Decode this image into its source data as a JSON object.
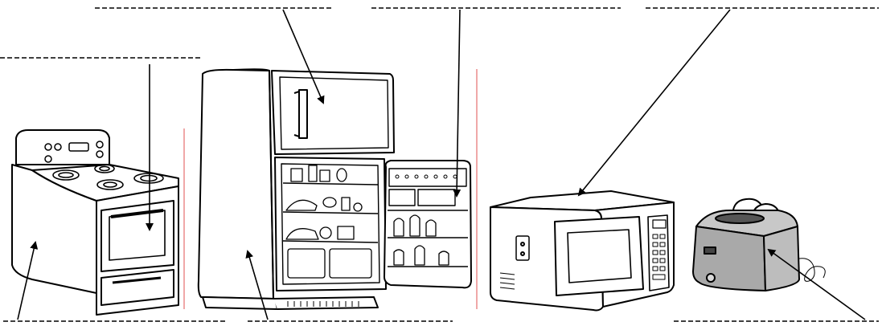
{
  "worksheet": {
    "background": "#ffffff",
    "line_color": "#000000",
    "guide_color": "#e05050",
    "appliances": [
      {
        "id": "stove",
        "icon": "stove-icon"
      },
      {
        "id": "refrigerator",
        "icon": "refrigerator-icon"
      },
      {
        "id": "microwave",
        "icon": "microwave-icon"
      },
      {
        "id": "toaster",
        "icon": "toaster-icon"
      }
    ],
    "label_blanks": [
      {
        "id": "blank-freezer-door",
        "answer": ""
      },
      {
        "id": "blank-fridge-door-shelf",
        "answer": ""
      },
      {
        "id": "blank-microwave",
        "answer": ""
      },
      {
        "id": "blank-oven-window",
        "answer": ""
      },
      {
        "id": "blank-stove-body",
        "answer": ""
      },
      {
        "id": "blank-fridge-body",
        "answer": ""
      },
      {
        "id": "blank-toaster",
        "answer": ""
      }
    ]
  }
}
